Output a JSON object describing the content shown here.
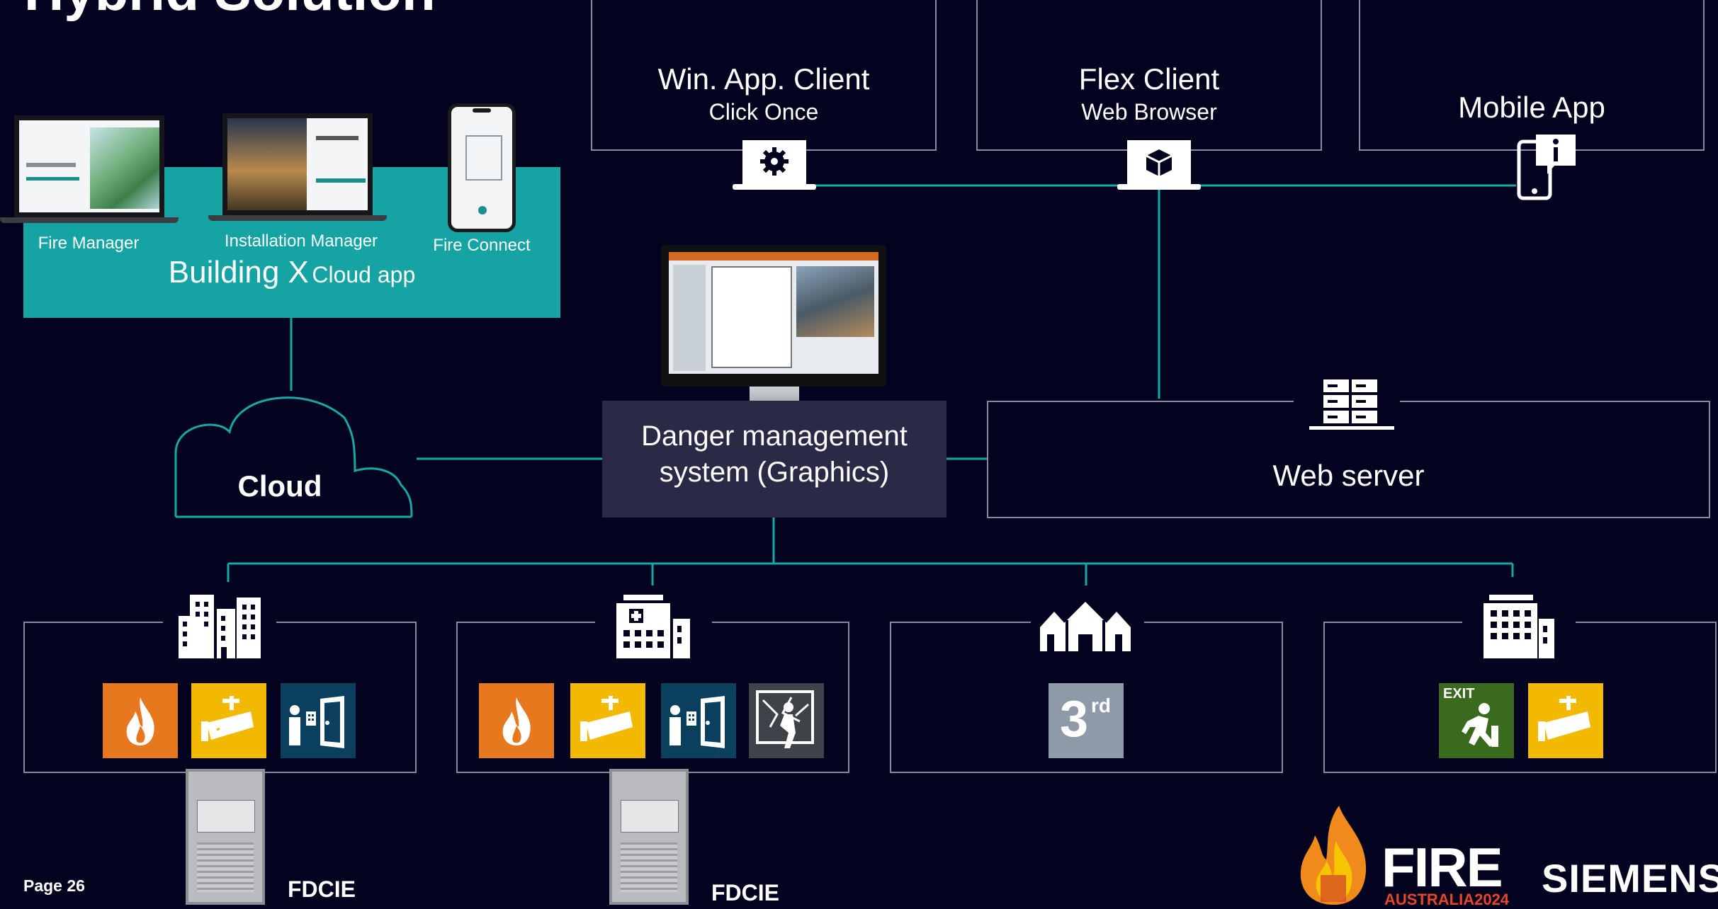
{
  "page": {
    "title": "Hybrid Solution",
    "page_label": "Page 26"
  },
  "cloud_app": {
    "title_main": "Building X",
    "title_sub": "Cloud app",
    "apps": [
      "Fire Manager",
      "Installation Manager",
      "Fire Connect"
    ]
  },
  "cloud": {
    "label": "Cloud"
  },
  "clients": [
    {
      "title": "Win. App. Client",
      "subtitle": "Click Once",
      "icon": "gear-icon"
    },
    {
      "title": "Flex Client",
      "subtitle": "Web Browser",
      "icon": "cube-icon"
    },
    {
      "title": "Mobile App",
      "subtitle": "",
      "icon": "mobile-info-icon"
    }
  ],
  "dms": {
    "line1": "Danger management",
    "line2": "system (Graphics)"
  },
  "web_server": {
    "label": "Web server",
    "icon": "server-icon"
  },
  "sites": [
    {
      "icon": "city-buildings-icon",
      "tiles": [
        "fire-icon",
        "detector-icon",
        "access-control-icon"
      ]
    },
    {
      "icon": "hospital-icon",
      "tiles": [
        "fire-icon",
        "detector-icon",
        "access-control-icon",
        "intrusion-icon"
      ]
    },
    {
      "icon": "houses-icon",
      "tiles": [
        "third-party-icon"
      ],
      "third_party_text": "3",
      "third_party_sup": "rd"
    },
    {
      "icon": "office-building-icon",
      "tiles": [
        "exit-icon",
        "detector-icon"
      ],
      "exit_text": "EXIT"
    }
  ],
  "fdcie": {
    "label_1": "FDCIE",
    "label_2": "FDCIE"
  },
  "branding": {
    "event_text": "FIRE",
    "event_sub": "AUSTRALIA2024",
    "company": "SIEMENS"
  },
  "colors": {
    "background": "#03031f",
    "teal": "#16a7a7",
    "fire_orange": "#e8781e",
    "detector_yellow": "#f3b800",
    "access_blue": "#0a3f5e",
    "intrusion_gray": "#3d4348",
    "third_party_gray": "#8e9aa7",
    "exit_green": "#3a6a1e",
    "dms_box": "#2a2a46"
  }
}
